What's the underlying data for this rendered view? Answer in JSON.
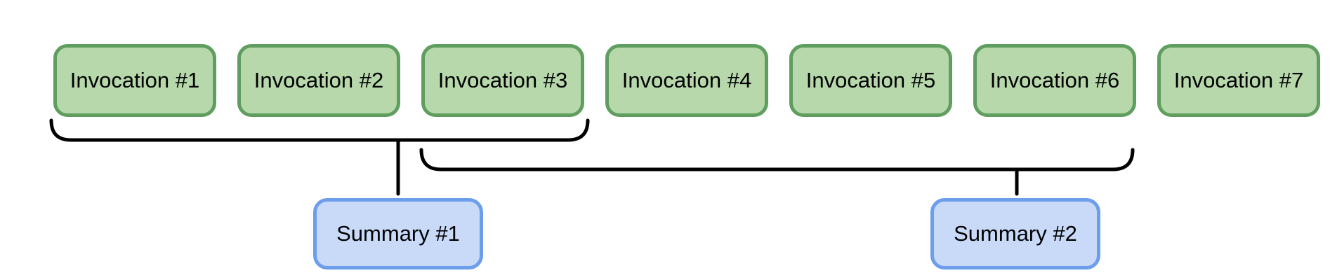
{
  "diagram": {
    "invocations": [
      "Invocation #1",
      "Invocation #2",
      "Invocation #3",
      "Invocation #4",
      "Invocation #5",
      "Invocation #6",
      "Invocation #7"
    ],
    "summaries": [
      "Summary #1",
      "Summary #2"
    ],
    "groups": [
      {
        "summary": "Summary #1",
        "invocations": [
          "Invocation #1",
          "Invocation #2",
          "Invocation #3"
        ]
      },
      {
        "summary": "Summary #2",
        "invocations": [
          "Invocation #3",
          "Invocation #4",
          "Invocation #5",
          "Invocation #6"
        ]
      }
    ],
    "colors": {
      "invocation_fill": "#b6d8ab",
      "invocation_border": "#5f9e5f",
      "summary_fill": "#c9daf8",
      "summary_border": "#6d9eeb",
      "connector": "#000000",
      "background": "#ffffff",
      "text": "#000000"
    }
  }
}
